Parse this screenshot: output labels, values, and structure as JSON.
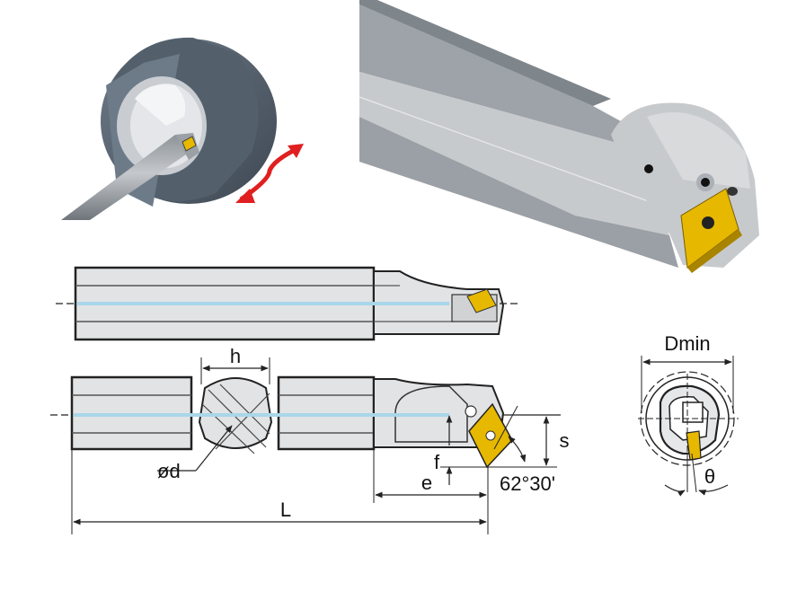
{
  "labels": {
    "h": "h",
    "d": "ød",
    "L": "L",
    "e": "e",
    "f": "f",
    "s": "s",
    "angle": "62°30'",
    "dmin": "Dmin",
    "theta": "θ"
  },
  "colors": {
    "steel_dark": "#5a6470",
    "steel_mid": "#8c9196",
    "steel_light": "#c9cdd1",
    "body_fill": "#e2e3e5",
    "insert_gold": "#e6b800",
    "coolant_blue": "#a9d6ea",
    "arrow_red": "#e02020",
    "line": "#222222"
  },
  "icons": {
    "motion": "double-arrow-icon",
    "insert": "rhombic-insert-icon"
  }
}
